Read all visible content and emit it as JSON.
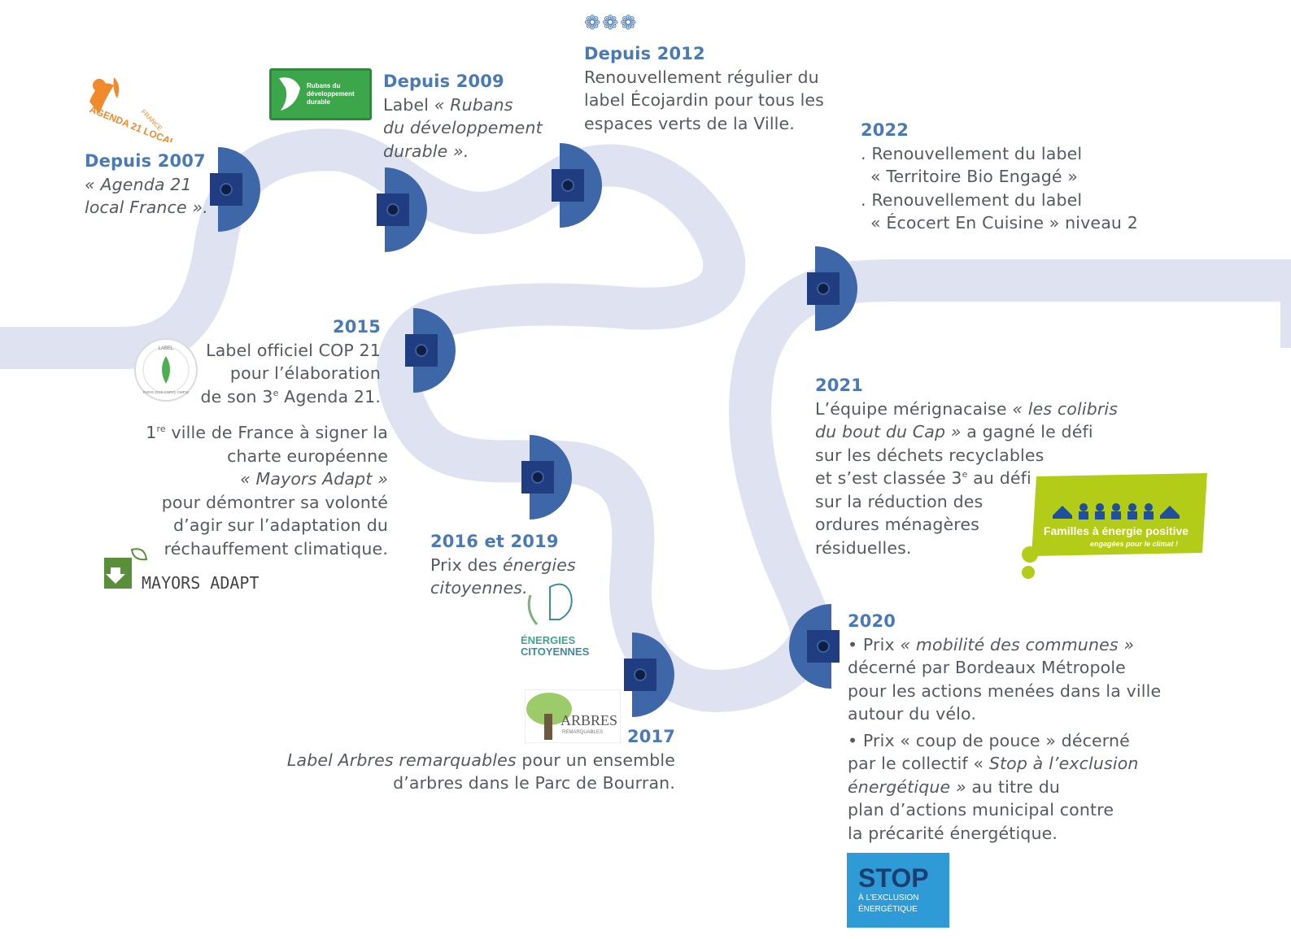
{
  "colors": {
    "road": "#dfe3f1",
    "marker": "#3d67a8",
    "marker_square": "#1f3d80",
    "marker_dot": "#0f1f40",
    "year": "#4a7ab5",
    "text": "#555a60"
  },
  "decor": {
    "flowers": "❁❁❁"
  },
  "y2007": {
    "year": "Depuis 2007",
    "l1": "« Agenda 21",
    "l2": "local France »."
  },
  "y2009": {
    "year": "Depuis 2009",
    "l1a": "Label ",
    "l1b": "« Rubans",
    "l2": "du développement",
    "l3": "durable »."
  },
  "y2012": {
    "year": "Depuis 2012",
    "l1": "Renouvellement régulier du",
    "l2": "label Écojardin pour tous les",
    "l3": "espaces verts de la Ville."
  },
  "y2022": {
    "year": "2022",
    "l1": ". Renouvellement du label",
    "l2": "« Territoire Bio Engagé »",
    "l3": ". Renouvellement du label",
    "l4": "« Écocert En Cuisine » niveau 2"
  },
  "y2015": {
    "year": "2015",
    "l1": "Label officiel COP 21",
    "l2": "pour l’élaboration",
    "l3a": "de son 3",
    "l3sup": "e",
    "l3b": " Agenda 21.",
    "p2_l1a": "1",
    "p2_l1sup": "re",
    "p2_l1b": " ville de France à signer la",
    "p2_l2": "charte européenne",
    "p2_l3": "« Mayors Adapt »",
    "p2_l4": "pour démontrer sa volonté",
    "p2_l5": "d’agir sur l’adaptation du",
    "p2_l6": "réchauffement climatique."
  },
  "y2021": {
    "year": "2021",
    "l1a": "L’équipe mérignacaise ",
    "l1b": "« les colibris",
    "l2a": "du bout du Cap »",
    "l2b": " a gagné le défi",
    "l3": "sur les déchets recyclables",
    "l4a": "et s’est classée 3",
    "l4sup": "e",
    "l4b": " au défi",
    "l5": "sur la réduction des",
    "l6": "ordures ménagères",
    "l7": "résiduelles."
  },
  "y2016": {
    "year": "2016 et 2019",
    "l1a": "Prix des ",
    "l1b": "énergies",
    "l2": "citoyennes."
  },
  "y2017": {
    "year": "2017",
    "l1a": "Label Arbres remarquables",
    "l1b": " pour un ensemble",
    "l2": "d’arbres dans le Parc de Bourran."
  },
  "y2020": {
    "year": "2020",
    "l1a": "• Prix ",
    "l1b": "« mobilité des communes »",
    "l2": "décerné par Bordeaux Métropole",
    "l3": "pour les actions menées dans la ville",
    "l4": "autour du vélo.",
    "l5": "• Prix « coup de pouce » décerné",
    "l6a": "par le collectif « ",
    "l6b": "Stop à l’exclusion",
    "l7a": "énergétique »",
    "l7b": " au titre du",
    "l8": "plan d’actions municipal contre",
    "l9": "la précarité énergétique."
  },
  "logos": {
    "agenda21": {
      "l1": "AGENDA 21 LOCAL",
      "l2": "FRANCE"
    },
    "rubans": {
      "l1": "Rubans du",
      "l2": "développement",
      "l3": "durable"
    },
    "cop21": {
      "top": "LABEL",
      "bottom": "PARIS 2015 COP21·CMP11"
    },
    "mayors": {
      "text": "MAYORS ADAPT"
    },
    "energies": {
      "l1": "ÉNERGIES",
      "l2": "CITOYENNES"
    },
    "arbres": {
      "l1": "ARBRES",
      "l2": "REMARQUABLES"
    },
    "familles": {
      "l1": "Familles à énergie positive",
      "l2": "engagées pour le climat !"
    },
    "stop": {
      "l1": "STOP",
      "l2": "À L’EXCLUSION",
      "l3": "ÉNERGÉTIQUE"
    }
  }
}
